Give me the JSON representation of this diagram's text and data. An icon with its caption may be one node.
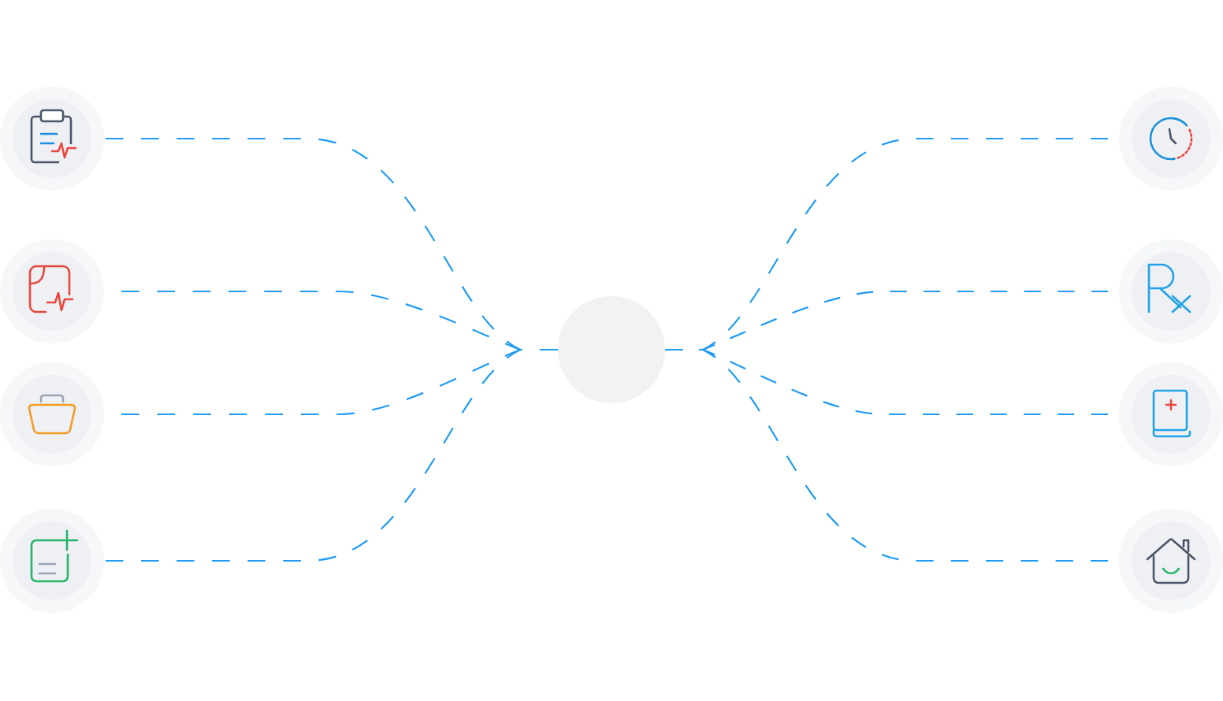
{
  "diagram": {
    "nodes": [
      {
        "text": [],
        "shape": "circle"
      },
      {
        "text": [],
        "shape": "circle"
      },
      {
        "text": [],
        "shape": "circle"
      },
      {
        "text": [],
        "shape": "circle"
      },
      {
        "text": [],
        "shape": "circle"
      },
      {
        "text": [],
        "shape": "circle"
      },
      {
        "text": [],
        "shape": "circle"
      },
      {
        "text": [],
        "shape": "circle"
      },
      {
        "text": [],
        "shape": "circle"
      }
    ],
    "edges": [
      {
        "from": 0,
        "to": 4,
        "arrow": "none",
        "style": "dashed"
      },
      {
        "from": 1,
        "to": 4,
        "arrow": "none",
        "style": "dashed"
      },
      {
        "from": 2,
        "to": 4,
        "arrow": "none",
        "style": "dashed"
      },
      {
        "from": 3,
        "to": 4,
        "arrow": "none",
        "style": "dashed"
      },
      {
        "from": 5,
        "to": 4,
        "arrow": "none",
        "style": "dashed"
      },
      {
        "from": 6,
        "to": 4,
        "arrow": "none",
        "style": "dashed"
      },
      {
        "from": 7,
        "to": 4,
        "arrow": "none",
        "style": "dashed"
      },
      {
        "from": 8,
        "to": 4,
        "arrow": "none",
        "style": "dashed"
      }
    ]
  }
}
